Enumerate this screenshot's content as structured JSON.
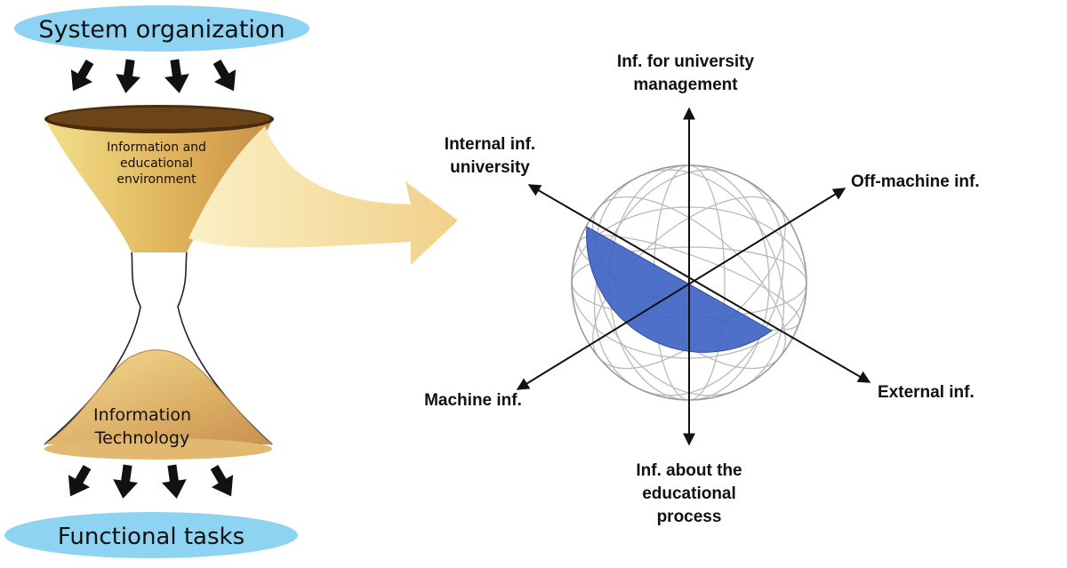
{
  "hourglass": {
    "top_label": "System organization",
    "bottom_label": "Functional tasks",
    "upper_bulb": [
      "Information and",
      "educational",
      "environment"
    ],
    "lower_bulb": [
      "Information",
      "Technology"
    ]
  },
  "sphere": {
    "axes": {
      "top": [
        "Inf. for university",
        "management"
      ],
      "upper_left": [
        "Internal inf.",
        "university"
      ],
      "upper_right": [
        "Off-machine inf."
      ],
      "lower_left": [
        "Machine inf."
      ],
      "lower_right": [
        "External inf."
      ],
      "bottom": [
        "Inf. about the",
        "educational",
        "process"
      ]
    }
  },
  "colors": {
    "ellipse": "#8fd3f2",
    "funnel": "#e2b95a",
    "funnel_rim": "#4a2b0e",
    "sphere_fill": "#3f64c4",
    "big_arrow": "#f3d98f"
  }
}
